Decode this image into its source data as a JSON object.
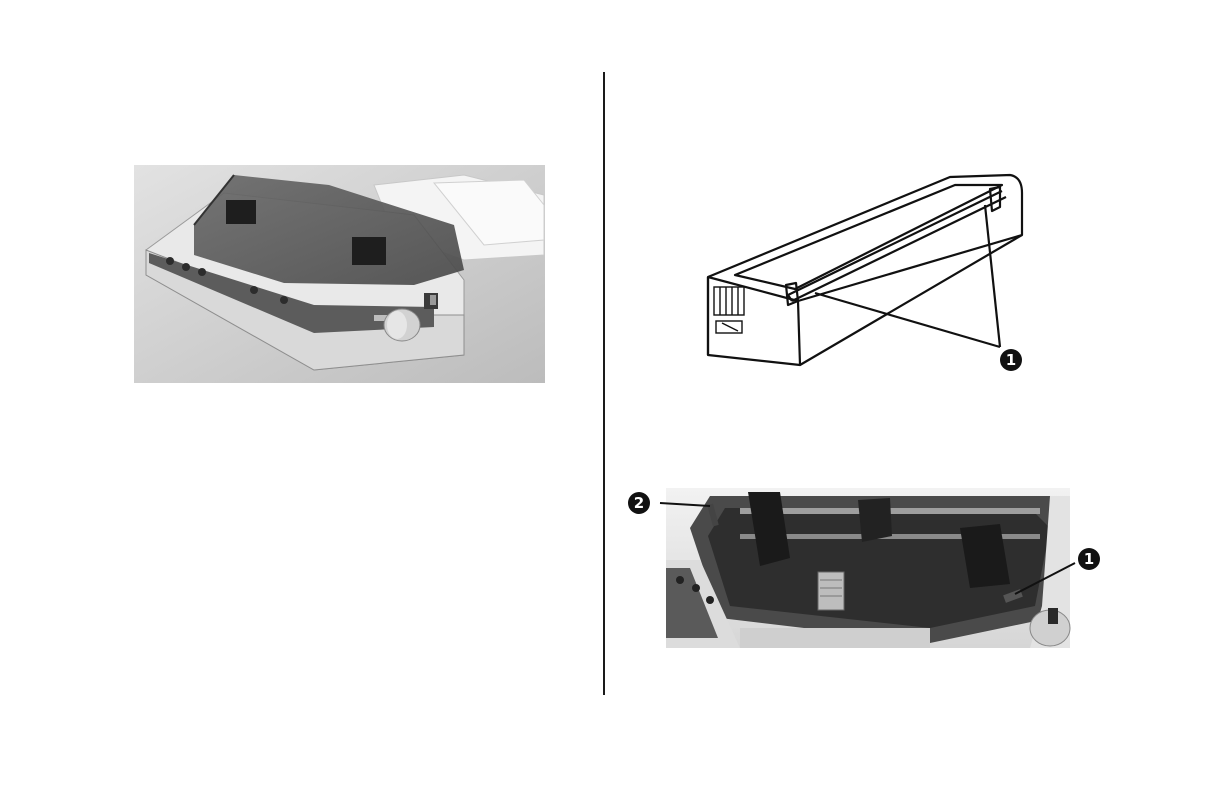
{
  "page": {
    "background": "#ffffff",
    "divider_color": "#1a1a1a"
  },
  "figures": {
    "printer_photo": {
      "icon": "printer-photo"
    },
    "cover_drawing": {
      "icon": "printer-line-drawing",
      "callouts": [
        {
          "label": "1"
        }
      ]
    },
    "mechanism_photo": {
      "icon": "printer-mechanism-photo",
      "callouts": [
        {
          "label": "2"
        },
        {
          "label": "1"
        }
      ]
    }
  }
}
